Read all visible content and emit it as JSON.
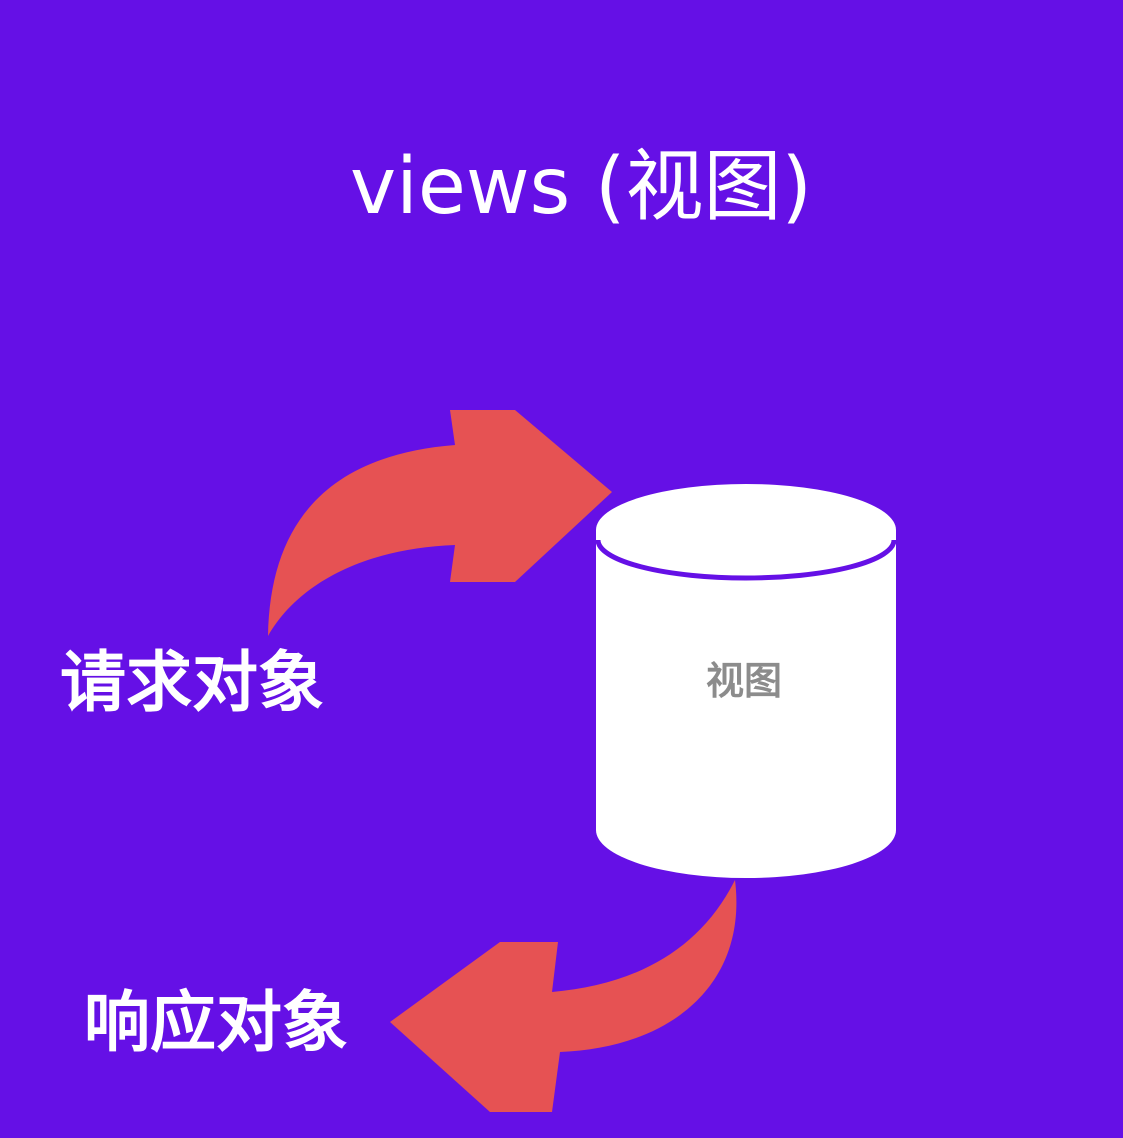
{
  "title": "views (视图)",
  "cylinder_label": "视图",
  "request_label": "请求对象",
  "response_label": "响应对象",
  "colors": {
    "background": "#6510e6",
    "arrow": "#e65253",
    "cylinder": "#ffffff",
    "cylinder_text": "#8c8c8c",
    "text": "#ffffff"
  }
}
